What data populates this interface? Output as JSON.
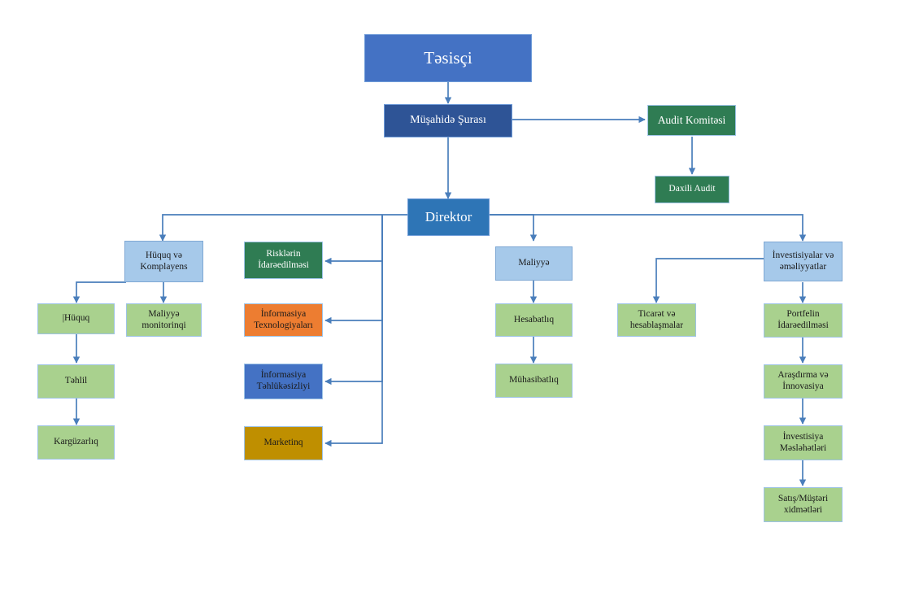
{
  "diagram": {
    "title": "Organizational Structure Chart",
    "background": "#ffffff",
    "connector_color": "#4A7EBB",
    "palette": {
      "founder_blue": "#4472C4",
      "board_navy": "#2E5496",
      "director_blue": "#2E75B6",
      "dark_green": "#2F7C53",
      "light_blue": "#A6C9EA",
      "light_green": "#A9D18E",
      "orange": "#ED7D31",
      "blue": "#4472C4",
      "gold": "#BF8F00"
    }
  },
  "nodes": {
    "founder": {
      "label": "Təsisçi"
    },
    "supervisory_board": {
      "label": "Müşahidə Şurası"
    },
    "audit_committee": {
      "label": "Audit Komitəsi"
    },
    "internal_audit": {
      "label": "Daxili Audit"
    },
    "director": {
      "label": "Direktor"
    },
    "legal_compliance": {
      "label": "Hüquq və\nKomplayens"
    },
    "legal": {
      "label": "|Hüquq"
    },
    "financial_monitoring": {
      "label": "Maliyyə\nmonitorinqi"
    },
    "analysis": {
      "label": "Təhlil"
    },
    "records_management": {
      "label": "Kargüzarlıq"
    },
    "risk_management": {
      "label": "Risklərin\nİdarəedilməsi"
    },
    "information_technology": {
      "label": "İnformasiya\nTexnologiyaları"
    },
    "information_security": {
      "label": "İnformasiya\nTəhlükəsizliyi"
    },
    "marketing": {
      "label": "Marketinq"
    },
    "finance": {
      "label": "Maliyyə"
    },
    "reporting": {
      "label": "Hesabatlıq"
    },
    "accounting": {
      "label": "Mühasibatlıq"
    },
    "trade_settlements": {
      "label": "Ticarət və\nhesablaşmalar"
    },
    "investments_operations": {
      "label": "İnvestisiyalar və\nəməliyyatlar"
    },
    "portfolio_management": {
      "label": "Portfelin\nİdarəedilməsi"
    },
    "research_innovation": {
      "label": "Araşdırma və\nİnnovasiya"
    },
    "investment_advisory": {
      "label": "İnvestisiya\nMəsləhətləri"
    },
    "sales_customer_service": {
      "label": "Satış/Müştəri\nxidmətləri"
    }
  }
}
